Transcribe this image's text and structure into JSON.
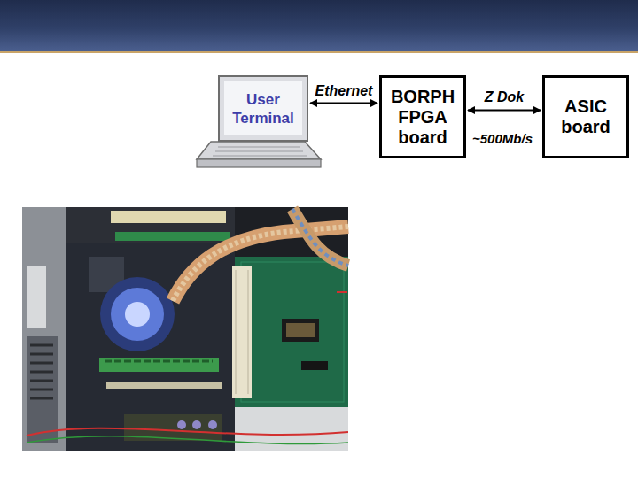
{
  "diagram": {
    "nodes": [
      {
        "text": [
          "User Terminal"
        ]
      },
      {
        "text": [
          "BORPH FPGA board"
        ]
      },
      {
        "text": [
          "ASIC board"
        ]
      }
    ],
    "edges": [
      {
        "from": 0,
        "to": 1,
        "arrow": "both",
        "label": "Ethernet"
      },
      {
        "from": 1,
        "to": 2,
        "arrow": "both",
        "label": "Z Dok"
      }
    ],
    "labels": [
      "~500Mb/s"
    ]
  }
}
